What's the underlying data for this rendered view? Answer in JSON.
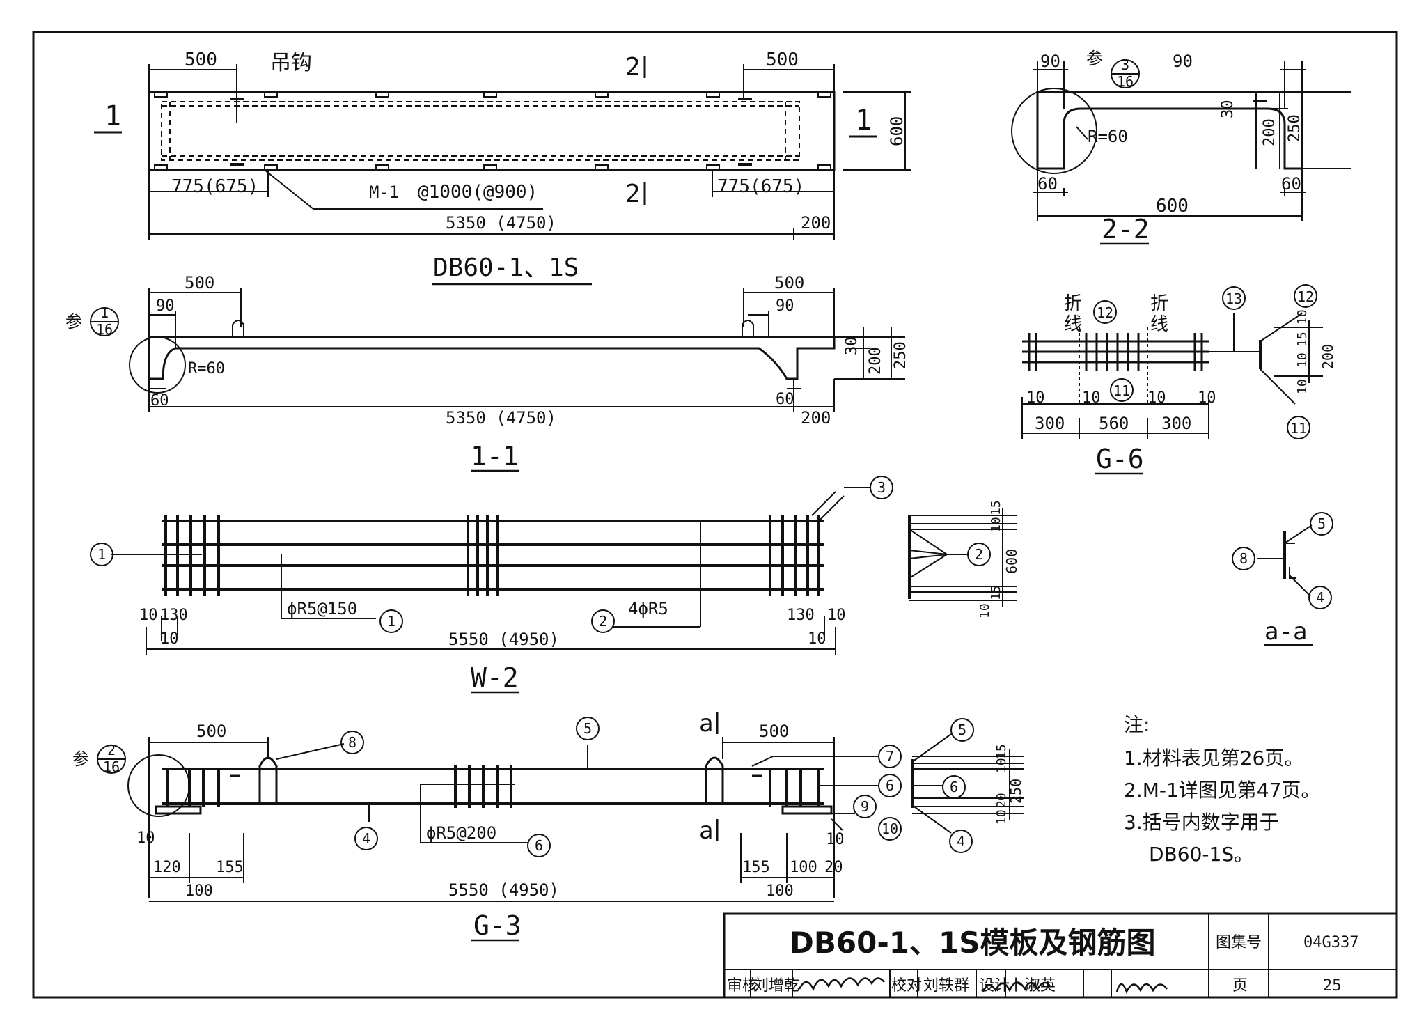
{
  "sheet": {
    "title": "DB60-1、1S模板及钢筋图",
    "atlas_label": "图集号",
    "atlas_no": "04G337",
    "page_label": "页",
    "page_no": "25",
    "review_label": "审核",
    "reviewer": "刘增乾",
    "check_label": "校对",
    "checker": "刘轶群",
    "design_label": "设计",
    "designer": "卜淑英"
  },
  "views": {
    "plan": {
      "title": "DB60-1、1S",
      "d500a": "500",
      "d500b": "500",
      "hook": "吊钩",
      "sec1a": "1",
      "sec1b": "1",
      "sec2a": "2",
      "sec2b": "2",
      "d600": "600",
      "d775a": "775(675)",
      "d775b": "775(675)",
      "m1": "M-1",
      "spacing": "@1000(@900)",
      "dlen": "5350 (4750)",
      "d200": "200"
    },
    "sec22": {
      "title": "2-2",
      "d90a": "90",
      "d90b": "90",
      "ref": "参",
      "refn": "3",
      "refd": "16",
      "r60": "R=60",
      "d30": "30",
      "d200": "200",
      "d250": "250",
      "d60a": "60",
      "d60b": "60",
      "d600": "600"
    },
    "sec11": {
      "title": "1-1",
      "ref": "参",
      "refn": "1",
      "refd": "16",
      "d500a": "500",
      "d500b": "500",
      "d90a": "90",
      "d90b": "90",
      "r60": "R=60",
      "d60a": "60",
      "d60b": "60",
      "d30": "30",
      "d200": "200",
      "d250": "250",
      "dlen": "5350 (4750)",
      "d200b": "200"
    },
    "g6": {
      "title": "G-6",
      "fold1": "折",
      "fold1b": "线",
      "fold2": "折",
      "fold2b": "线",
      "c12": "12",
      "c11": "11",
      "c13": "13",
      "c12b": "12",
      "c11b": "11",
      "d10a": "10",
      "d10b": "10",
      "d10c": "10",
      "d10d": "10",
      "d300a": "300",
      "d560": "560",
      "d300b": "300",
      "v10": "10",
      "v15": "15",
      "v10b": "10",
      "v10c": "10",
      "v200": "200"
    },
    "w2": {
      "title": "W-2",
      "c1": "1",
      "c1b": "1",
      "c2": "2",
      "c3": "3",
      "bar1": "ϕR5@150",
      "bar2": "4ϕR5",
      "d10a": "10",
      "d130a": "130",
      "d10b": "10",
      "d130b": "130",
      "d10c": "10",
      "d10d": "10",
      "dlen": "5550 (4950)"
    },
    "w2sec": {
      "c2": "2",
      "v15": "15",
      "v10": "10",
      "v600": "600",
      "v15b": "15",
      "v10b": "10"
    },
    "aa": {
      "title": "a-a",
      "c5": "5",
      "c8": "8",
      "c4": "4"
    },
    "g3": {
      "title": "G-3",
      "ref": "参",
      "refn": "2",
      "refd": "16",
      "d500a": "500",
      "d500b": "500",
      "c8": "8",
      "c5": "5",
      "c7": "7",
      "c6": "6",
      "c9": "9",
      "c10": "10",
      "c4": "4",
      "c6b": "6",
      "secA": "a",
      "secB": "a",
      "bar": "ϕR5@200",
      "d10a": "10",
      "d120": "120",
      "d155a": "155",
      "d100a": "100",
      "d155b": "155",
      "d100b": "100",
      "d20": "20",
      "d10b": "10",
      "d100c": "100",
      "dlen": "5550 (4950)"
    },
    "g3sec": {
      "c5": "5",
      "c6": "6",
      "c4": "4",
      "v15": "15",
      "v10": "10",
      "v20": "20",
      "v10b": "10",
      "v250": "250"
    }
  },
  "notes": {
    "heading": "注:",
    "items": [
      "1.材料表见第26页。",
      "2.M-1详图见第47页。",
      "3.括号内数字用于",
      "DB60-1S。"
    ]
  }
}
